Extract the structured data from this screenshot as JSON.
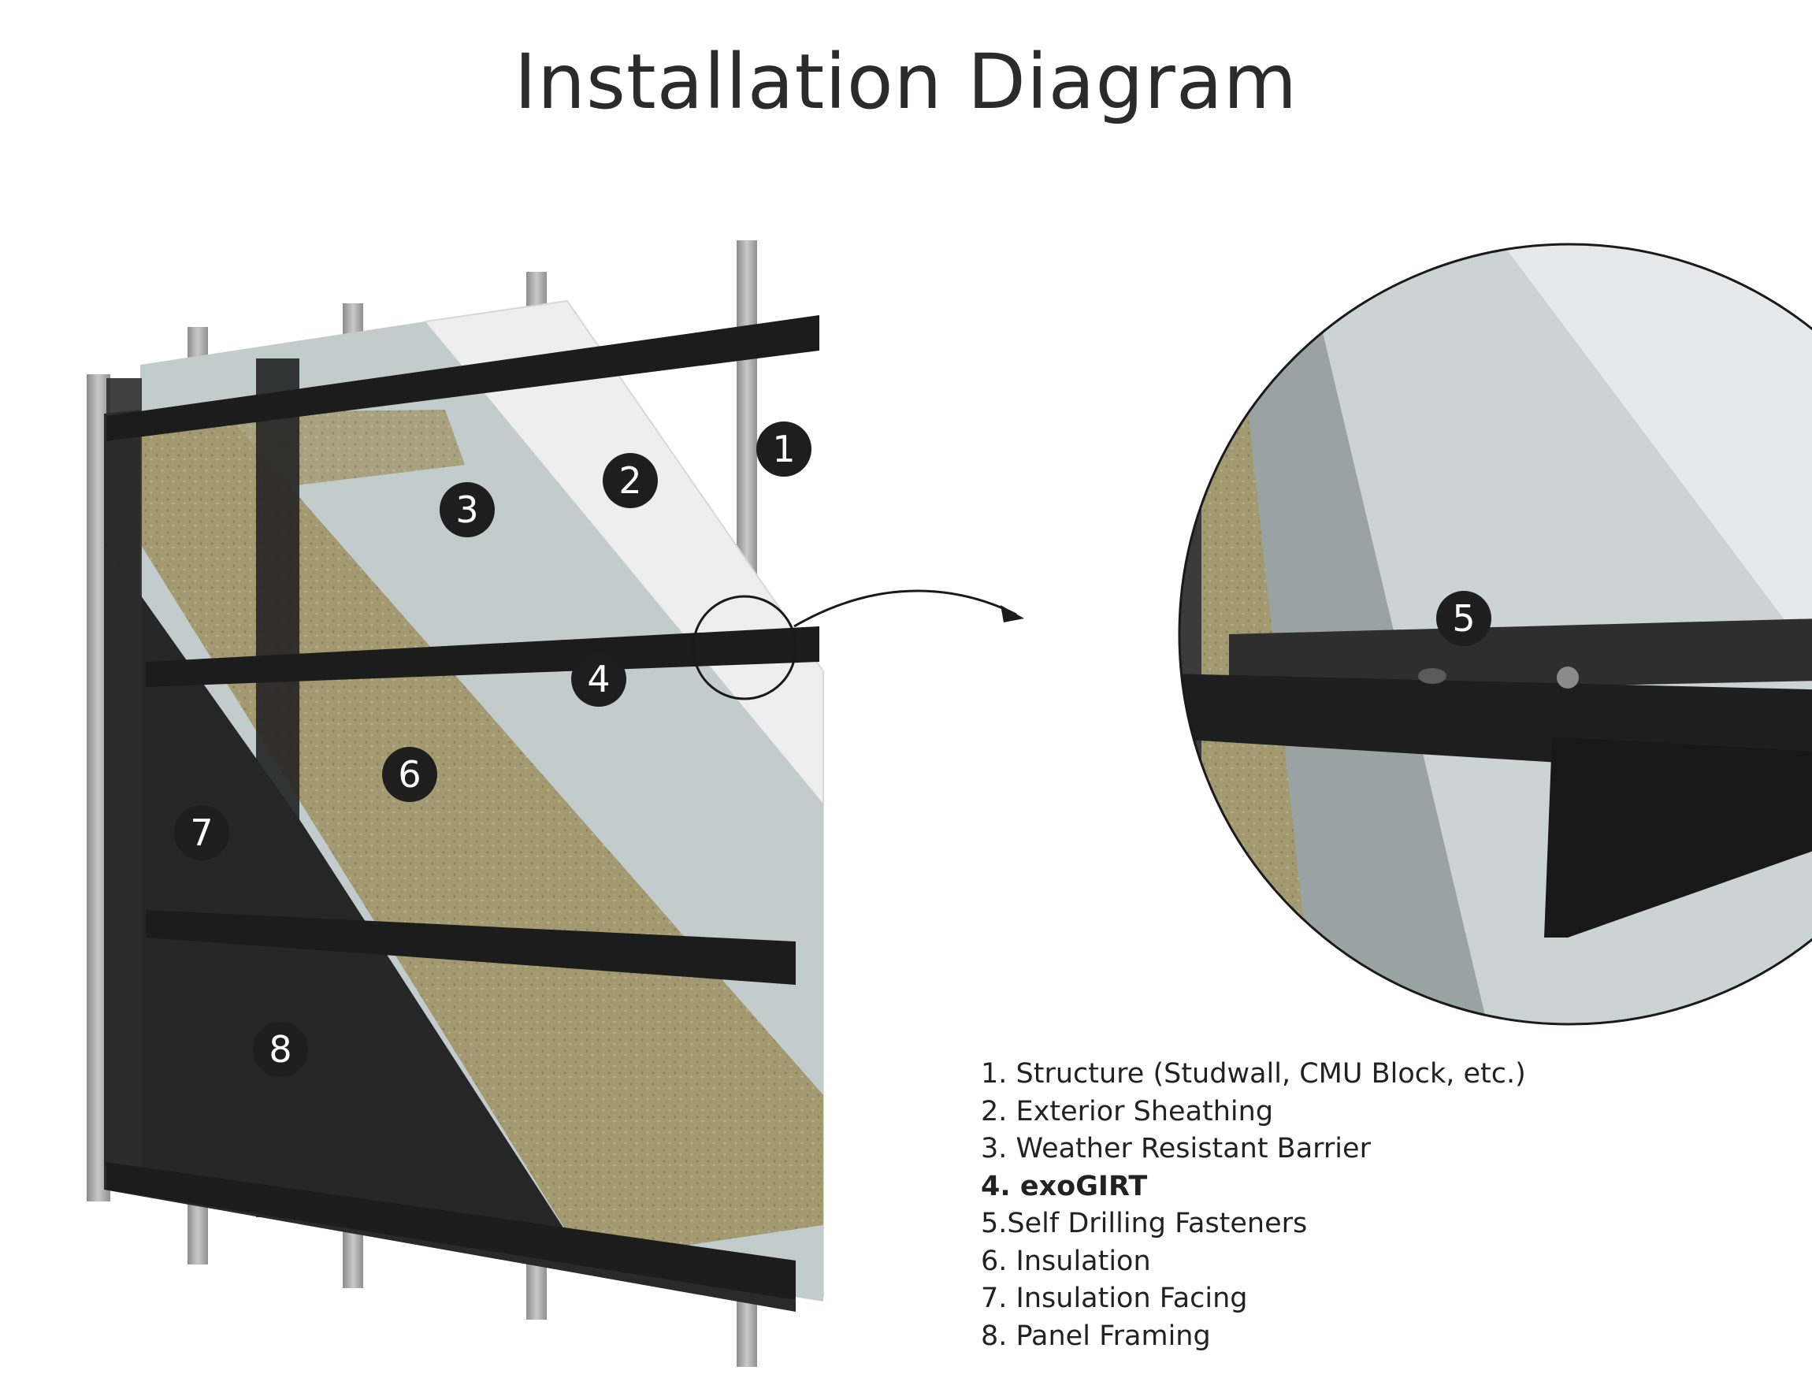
{
  "title": "Installation Diagram",
  "callouts": [
    "1",
    "2",
    "3",
    "4",
    "5",
    "6",
    "7",
    "8"
  ],
  "legend": [
    {
      "text": "1. Structure (Studwall, CMU Block, etc.)",
      "bold": false
    },
    {
      "text": "2. Exterior Sheathing",
      "bold": false
    },
    {
      "text": "3. Weather Resistant Barrier",
      "bold": false
    },
    {
      "text": "4. exoGIRT",
      "bold": true
    },
    {
      "text": "5.Self Drilling Fasteners",
      "bold": false
    },
    {
      "text": "6. Insulation",
      "bold": false
    },
    {
      "text": "7. Insulation Facing",
      "bold": false
    },
    {
      "text": "8. Panel Framing",
      "bold": false
    }
  ],
  "colors": {
    "badge": "#1e1e1e",
    "girt": "#1c1c1c",
    "insulation": "#a39a72",
    "wrb": "#c2cccc",
    "sheathing": "#ececec",
    "stud": "#a8a8a8",
    "facing": "#262626"
  }
}
